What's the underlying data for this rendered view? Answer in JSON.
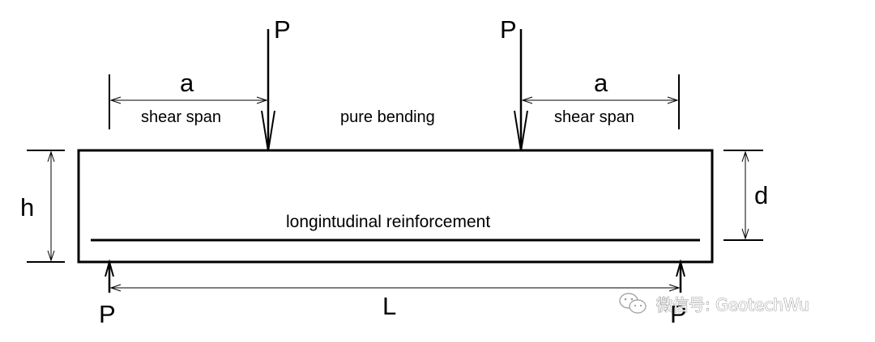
{
  "labels": {
    "load_left": "P",
    "load_right": "P",
    "support_left": "P",
    "support_right": "P",
    "span_left": "a",
    "span_right": "a",
    "shear_span_left": "shear span",
    "shear_span_right": "shear span",
    "pure_bending": "pure bending",
    "height": "h",
    "effective_depth": "d",
    "reinforcement": "longintudinal reinforcement",
    "length": "L"
  },
  "watermark": {
    "text": "微信号: GeotechWu",
    "icon": "wechat-icon"
  },
  "colors": {
    "ink": "#000000",
    "watermark": "#9a9a9a"
  }
}
